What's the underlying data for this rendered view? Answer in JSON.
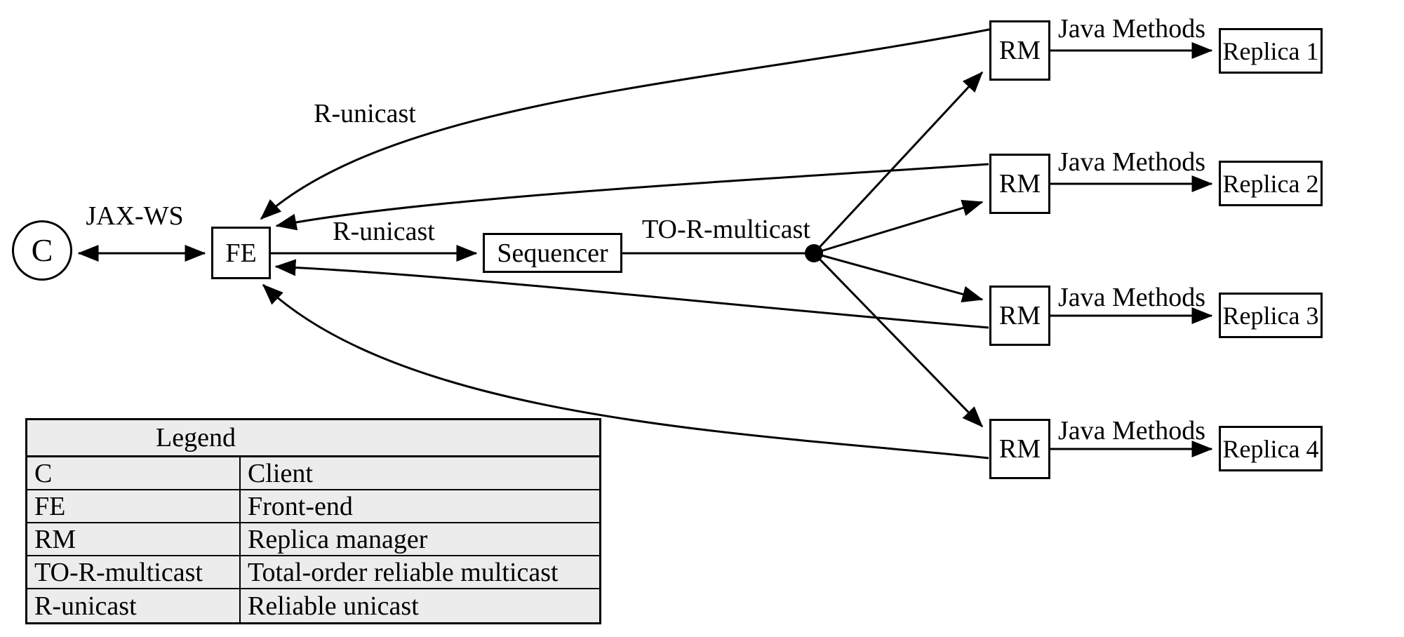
{
  "diagram": {
    "nodes": {
      "client_label": "C",
      "frontend_label": "FE",
      "sequencer_label": "Sequencer",
      "rm_label": "RM",
      "replica1_label": "Replica 1",
      "replica2_label": "Replica 2",
      "replica3_label": "Replica 3",
      "replica4_label": "Replica 4"
    },
    "edge_labels": {
      "jaxws": "JAX-WS",
      "r_unicast_top": "R-unicast",
      "r_unicast_mid": "R-unicast",
      "to_r_multicast": "TO-R-multicast",
      "java_methods": "Java Methods"
    }
  },
  "legend": {
    "title": "Legend",
    "rows": [
      {
        "term": "C",
        "definition": "Client"
      },
      {
        "term": "FE",
        "definition": "Front-end"
      },
      {
        "term": "RM",
        "definition": "Replica manager"
      },
      {
        "term": "TO-R-multicast",
        "definition": "Total-order reliable multicast"
      },
      {
        "term": "R-unicast",
        "definition": "Reliable unicast"
      }
    ]
  },
  "colors": {
    "line": "#000000",
    "legend_background": "#ececec",
    "background": "#ffffff"
  }
}
